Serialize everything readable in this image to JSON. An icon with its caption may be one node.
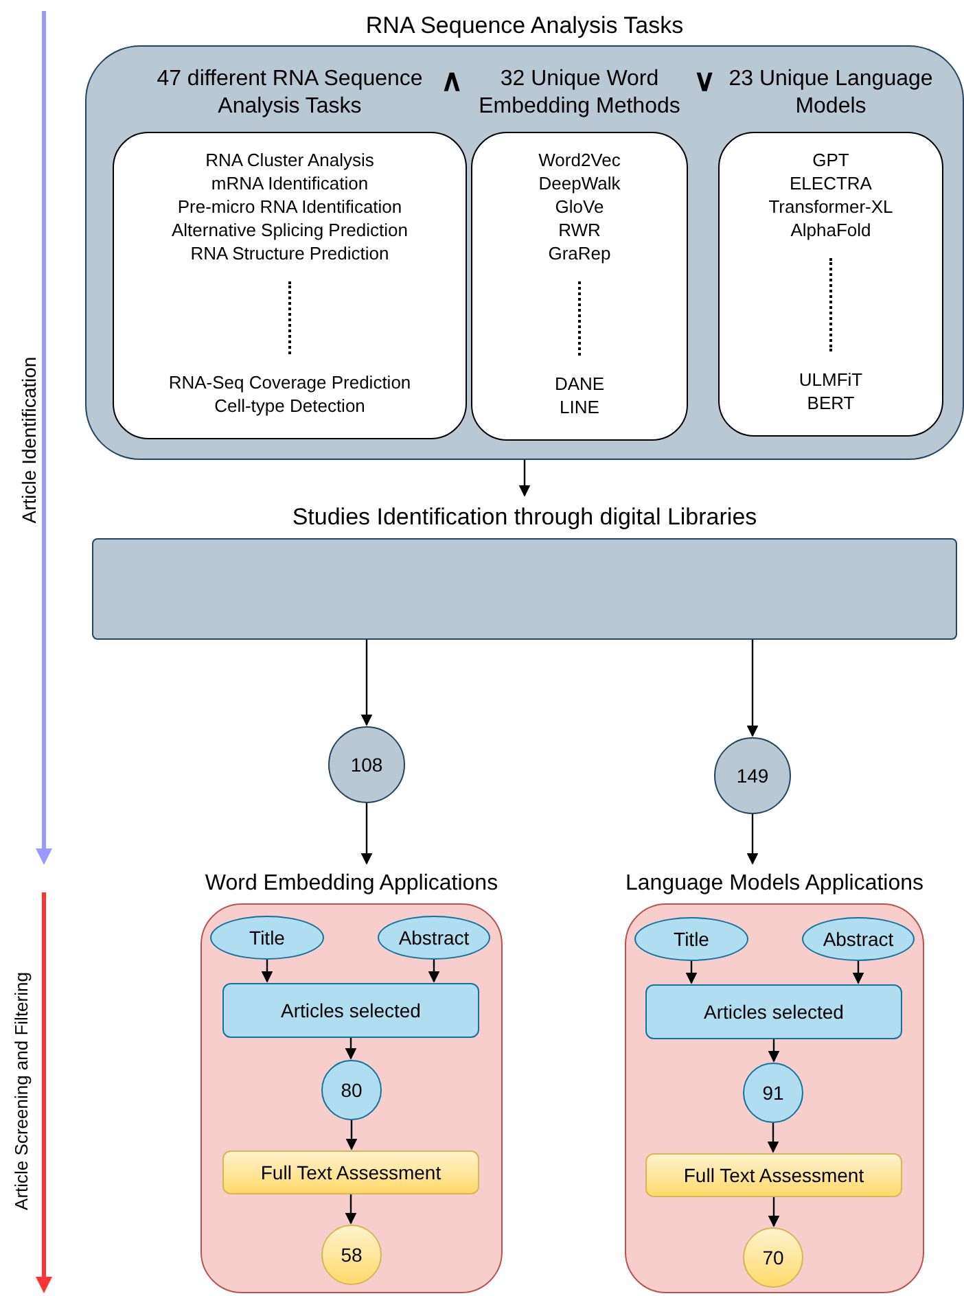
{
  "diagram": {
    "nodes": [
      {
        "text": [
          "RNA Sequence Analysis Tasks"
        ]
      },
      {
        "text": [
          "47 different RNA Sequence Analysis Tasks",
          "RNA Cluster Analysis",
          "mRNA Identification",
          "Pre-micro RNA Identification",
          "Alternative Splicing Prediction",
          "RNA Structure Prediction",
          "RNA-Seq Coverage Prediction",
          "Cell-type Detection"
        ],
        "in": 0
      },
      {
        "text": [
          "32 Unique Word Embedding Methods",
          "Word2Vec",
          "DeepWalk",
          "GloVe",
          "RWR",
          "GraRep",
          "DANE",
          "LINE"
        ],
        "in": 0
      },
      {
        "text": [
          "23 Unique Language Models",
          "GPT",
          "ELECTRA",
          "Transformer-XL",
          "AlphaFold",
          "ULMFiT",
          "BERT"
        ],
        "in": 0
      },
      {
        "text": [
          "Studies Identification through digital Libraries"
        ]
      },
      {
        "text": [
          "108"
        ]
      },
      {
        "text": [
          "149"
        ]
      },
      {
        "text": [
          "Word Embedding Applications"
        ]
      },
      {
        "text": [
          "Title"
        ],
        "in": 7
      },
      {
        "text": [
          "Abstract"
        ],
        "in": 7
      },
      {
        "text": [
          "Articles selected"
        ],
        "in": 7
      },
      {
        "text": [
          "80"
        ],
        "in": 7
      },
      {
        "text": [
          "Full Text Assessment"
        ],
        "in": 7
      },
      {
        "text": [
          "58"
        ],
        "in": 7
      },
      {
        "text": [
          "Language Models Applications"
        ]
      },
      {
        "text": [
          "Title"
        ],
        "in": 14
      },
      {
        "text": [
          "Abstract"
        ],
        "in": 14
      },
      {
        "text": [
          "Articles selected"
        ],
        "in": 14
      },
      {
        "text": [
          "91"
        ],
        "in": 14
      },
      {
        "text": [
          "Full Text Assessment"
        ],
        "in": 14
      },
      {
        "text": [
          "70"
        ],
        "in": 14
      }
    ],
    "edges": [
      {
        "from": 0,
        "to": 4,
        "arrow": "to"
      },
      {
        "from": 4,
        "to": 5,
        "arrow": "to"
      },
      {
        "from": 4,
        "to": 6,
        "arrow": "to"
      },
      {
        "from": 5,
        "to": 7,
        "arrow": "to"
      },
      {
        "from": 6,
        "to": 14,
        "arrow": "to"
      },
      {
        "from": 8,
        "to": 10,
        "arrow": "to"
      },
      {
        "from": 9,
        "to": 10,
        "arrow": "to"
      },
      {
        "from": 10,
        "to": 11,
        "arrow": "to"
      },
      {
        "from": 11,
        "to": 12,
        "arrow": "to"
      },
      {
        "from": 12,
        "to": 13,
        "arrow": "to"
      },
      {
        "from": 15,
        "to": 17,
        "arrow": "to"
      },
      {
        "from": 16,
        "to": 17,
        "arrow": "to"
      },
      {
        "from": 17,
        "to": 18,
        "arrow": "to"
      },
      {
        "from": 18,
        "to": 19,
        "arrow": "to"
      },
      {
        "from": 19,
        "to": 20,
        "arrow": "to"
      }
    ],
    "labels": [
      "Article Identification",
      "∧",
      "∨",
      "Article Screening and Filtering"
    ]
  }
}
